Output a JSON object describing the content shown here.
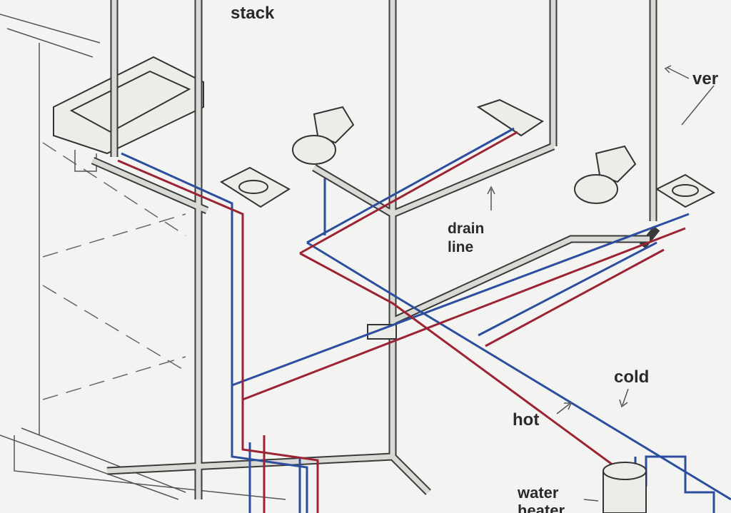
{
  "labels": {
    "stack": "stack",
    "vent": "ver",
    "drain_line_1": "drain",
    "drain_line_2": "line",
    "cold": "cold",
    "hot": "hot",
    "water_heater_1": "water",
    "water_heater_2": "heater"
  },
  "colors": {
    "cold": "#2b4f9e",
    "hot": "#9c2334",
    "drain": "#3a3a3a"
  }
}
